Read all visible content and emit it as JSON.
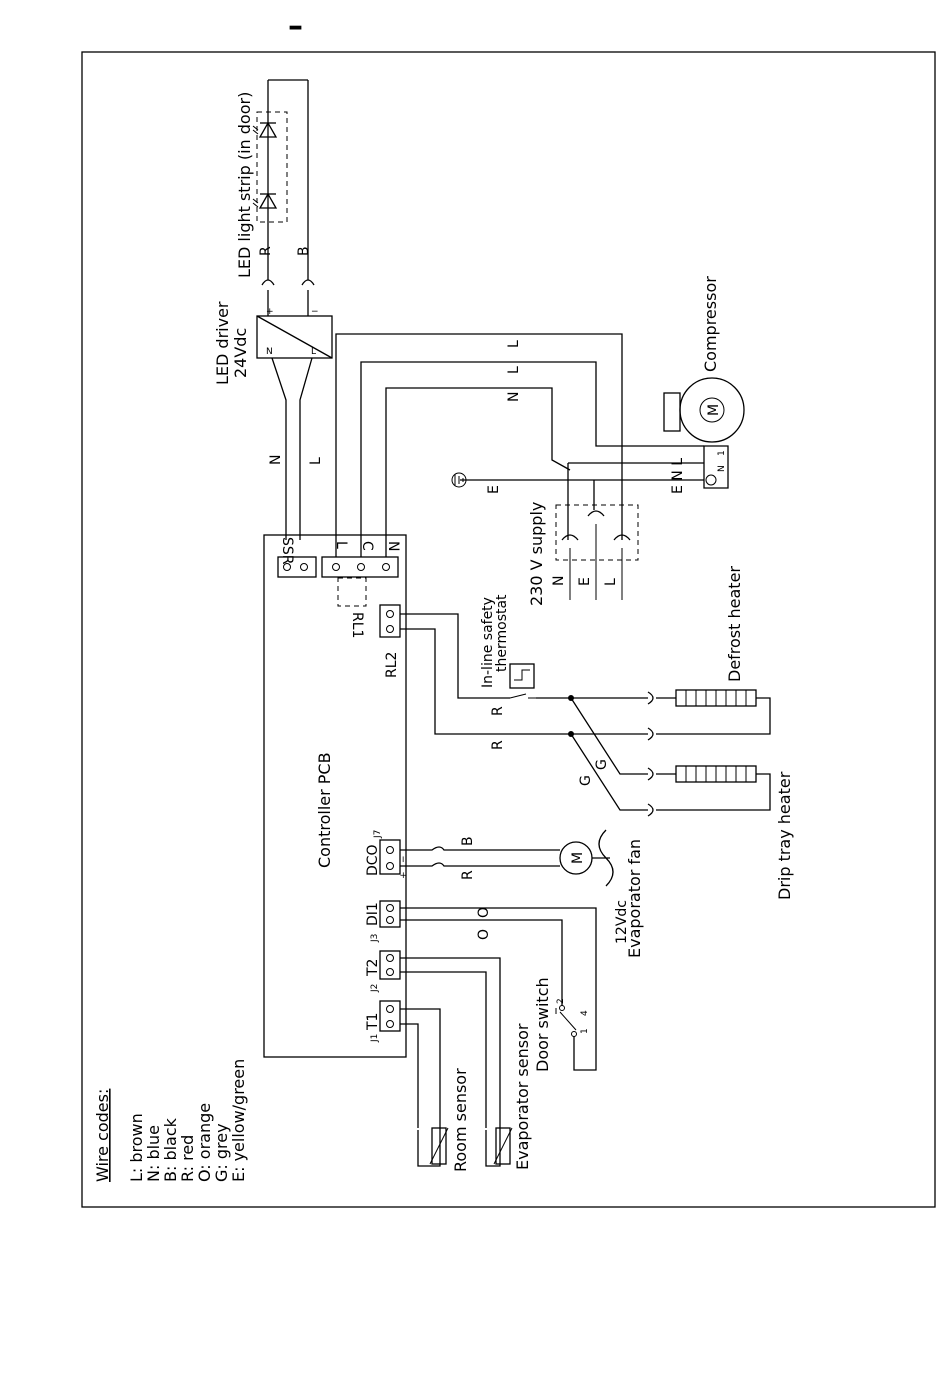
{
  "diagram": {
    "header_mark": "–",
    "wire_codes": {
      "title": "Wire codes:",
      "items": [
        "L: brown",
        "N: blue",
        "B: black",
        "R: red",
        "O: orange",
        "G: grey",
        "E: yellow/green"
      ]
    },
    "components": {
      "led_strip": "LED light strip (in door)",
      "led_driver_line1": "LED driver",
      "led_driver_line2": "24Vdc",
      "compressor": "Compressor",
      "supply": "230 V supply",
      "defrost_heater": "Defrost heater",
      "drip_tray_heater": "Drip tray heater",
      "safety_thermostat_line1": "In-line safety",
      "safety_thermostat_line2": "thermostat",
      "evap_fan_line1": "12Vdc",
      "evap_fan_line2": "Evaporator fan",
      "door_switch": "Door switch",
      "evaporator_sensor": "Evaporator sensor",
      "room_sensor": "Room sensor",
      "controller": "Controller PCB"
    },
    "terminals": {
      "ssr": "SSR",
      "rl1": "RL1",
      "rl2": "RL2",
      "dco": "DCO",
      "di1": "DI1",
      "t2": "T2",
      "t1": "T1",
      "rl1_pins": [
        "L",
        "C",
        "N"
      ],
      "j_tags": [
        "J7",
        "J3",
        "J2",
        "J1"
      ],
      "switch_pins": [
        "2",
        "4",
        "1"
      ],
      "comp_pins": [
        "N",
        "1"
      ],
      "motor": "M"
    },
    "wire_labels": {
      "led_r": "R",
      "led_b": "B",
      "drv_n": "N",
      "drv_l": "L",
      "comp_l1": "L",
      "comp_l2": "L",
      "comp_n": "N",
      "ground_e": "E",
      "comp_enl": "E N L",
      "supply_n": "N",
      "supply_e": "E",
      "supply_l": "L",
      "heat_r1": "R",
      "heat_r2": "R",
      "heat_g1": "G",
      "heat_g2": "G",
      "fan_b": "B",
      "fan_r": "R",
      "di_o1": "O",
      "di_o2": "O",
      "plus": "+",
      "minus": "−"
    }
  }
}
